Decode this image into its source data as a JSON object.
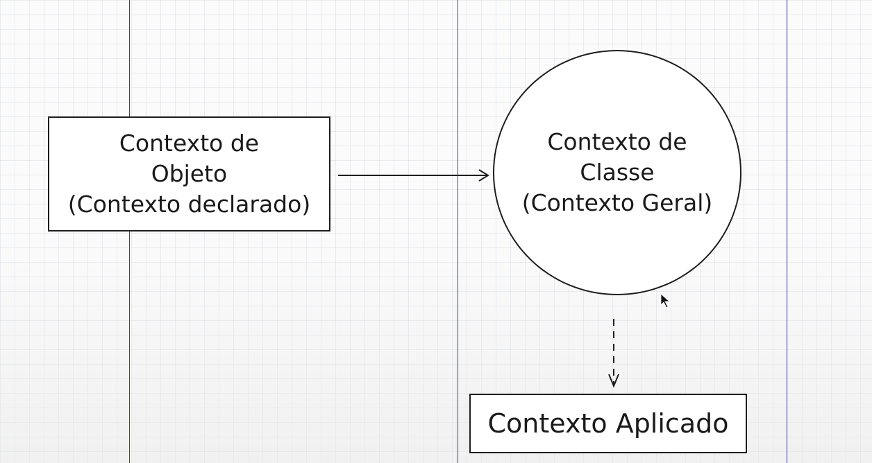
{
  "diagram": {
    "nodes": {
      "object_context": {
        "label": "Contexto de\nObjeto\n(Contexto declarado)"
      },
      "class_context": {
        "label": "Contexto de\nClasse\n(Contexto Geral)"
      },
      "applied_context": {
        "label": "Contexto Aplicado"
      }
    },
    "edges": [
      {
        "from": "object_context",
        "to": "class_context",
        "style": "solid"
      },
      {
        "from": "class_context",
        "to": "applied_context",
        "style": "dashed"
      }
    ]
  },
  "colors": {
    "lane_line": "#3a3ca0",
    "node_border": "#1e1e1e",
    "grid": "#c8cdd7"
  }
}
